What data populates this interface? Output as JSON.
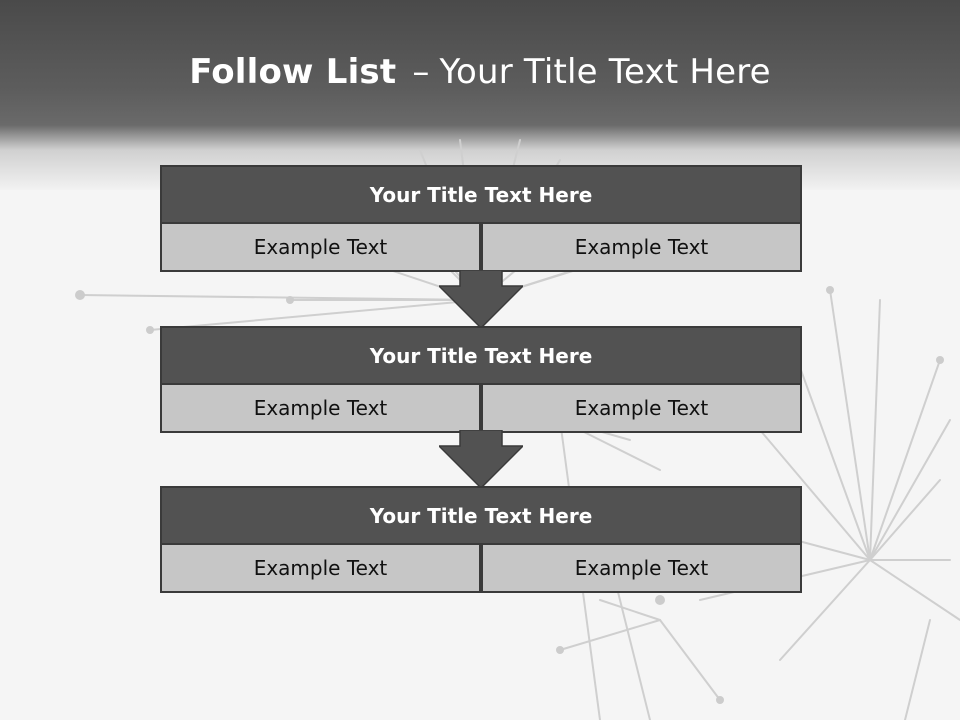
{
  "slide": {
    "title_bold": "Follow List",
    "title_sep": "–",
    "title_rest": "Your Title Text Here"
  },
  "blocks": [
    {
      "heading": "Your Title Text Here",
      "left_text": "Example Text",
      "right_text": "Example Text"
    },
    {
      "heading": "Your Title Text Here",
      "left_text": "Example Text",
      "right_text": "Example Text"
    },
    {
      "heading": "Your Title Text Here",
      "left_text": "Example Text",
      "right_text": "Example Text"
    }
  ],
  "colors": {
    "header_dark": "#4a4a4a",
    "block_heading": "#525252",
    "block_cell": "#c6c6c6",
    "arrow": "#525252"
  }
}
